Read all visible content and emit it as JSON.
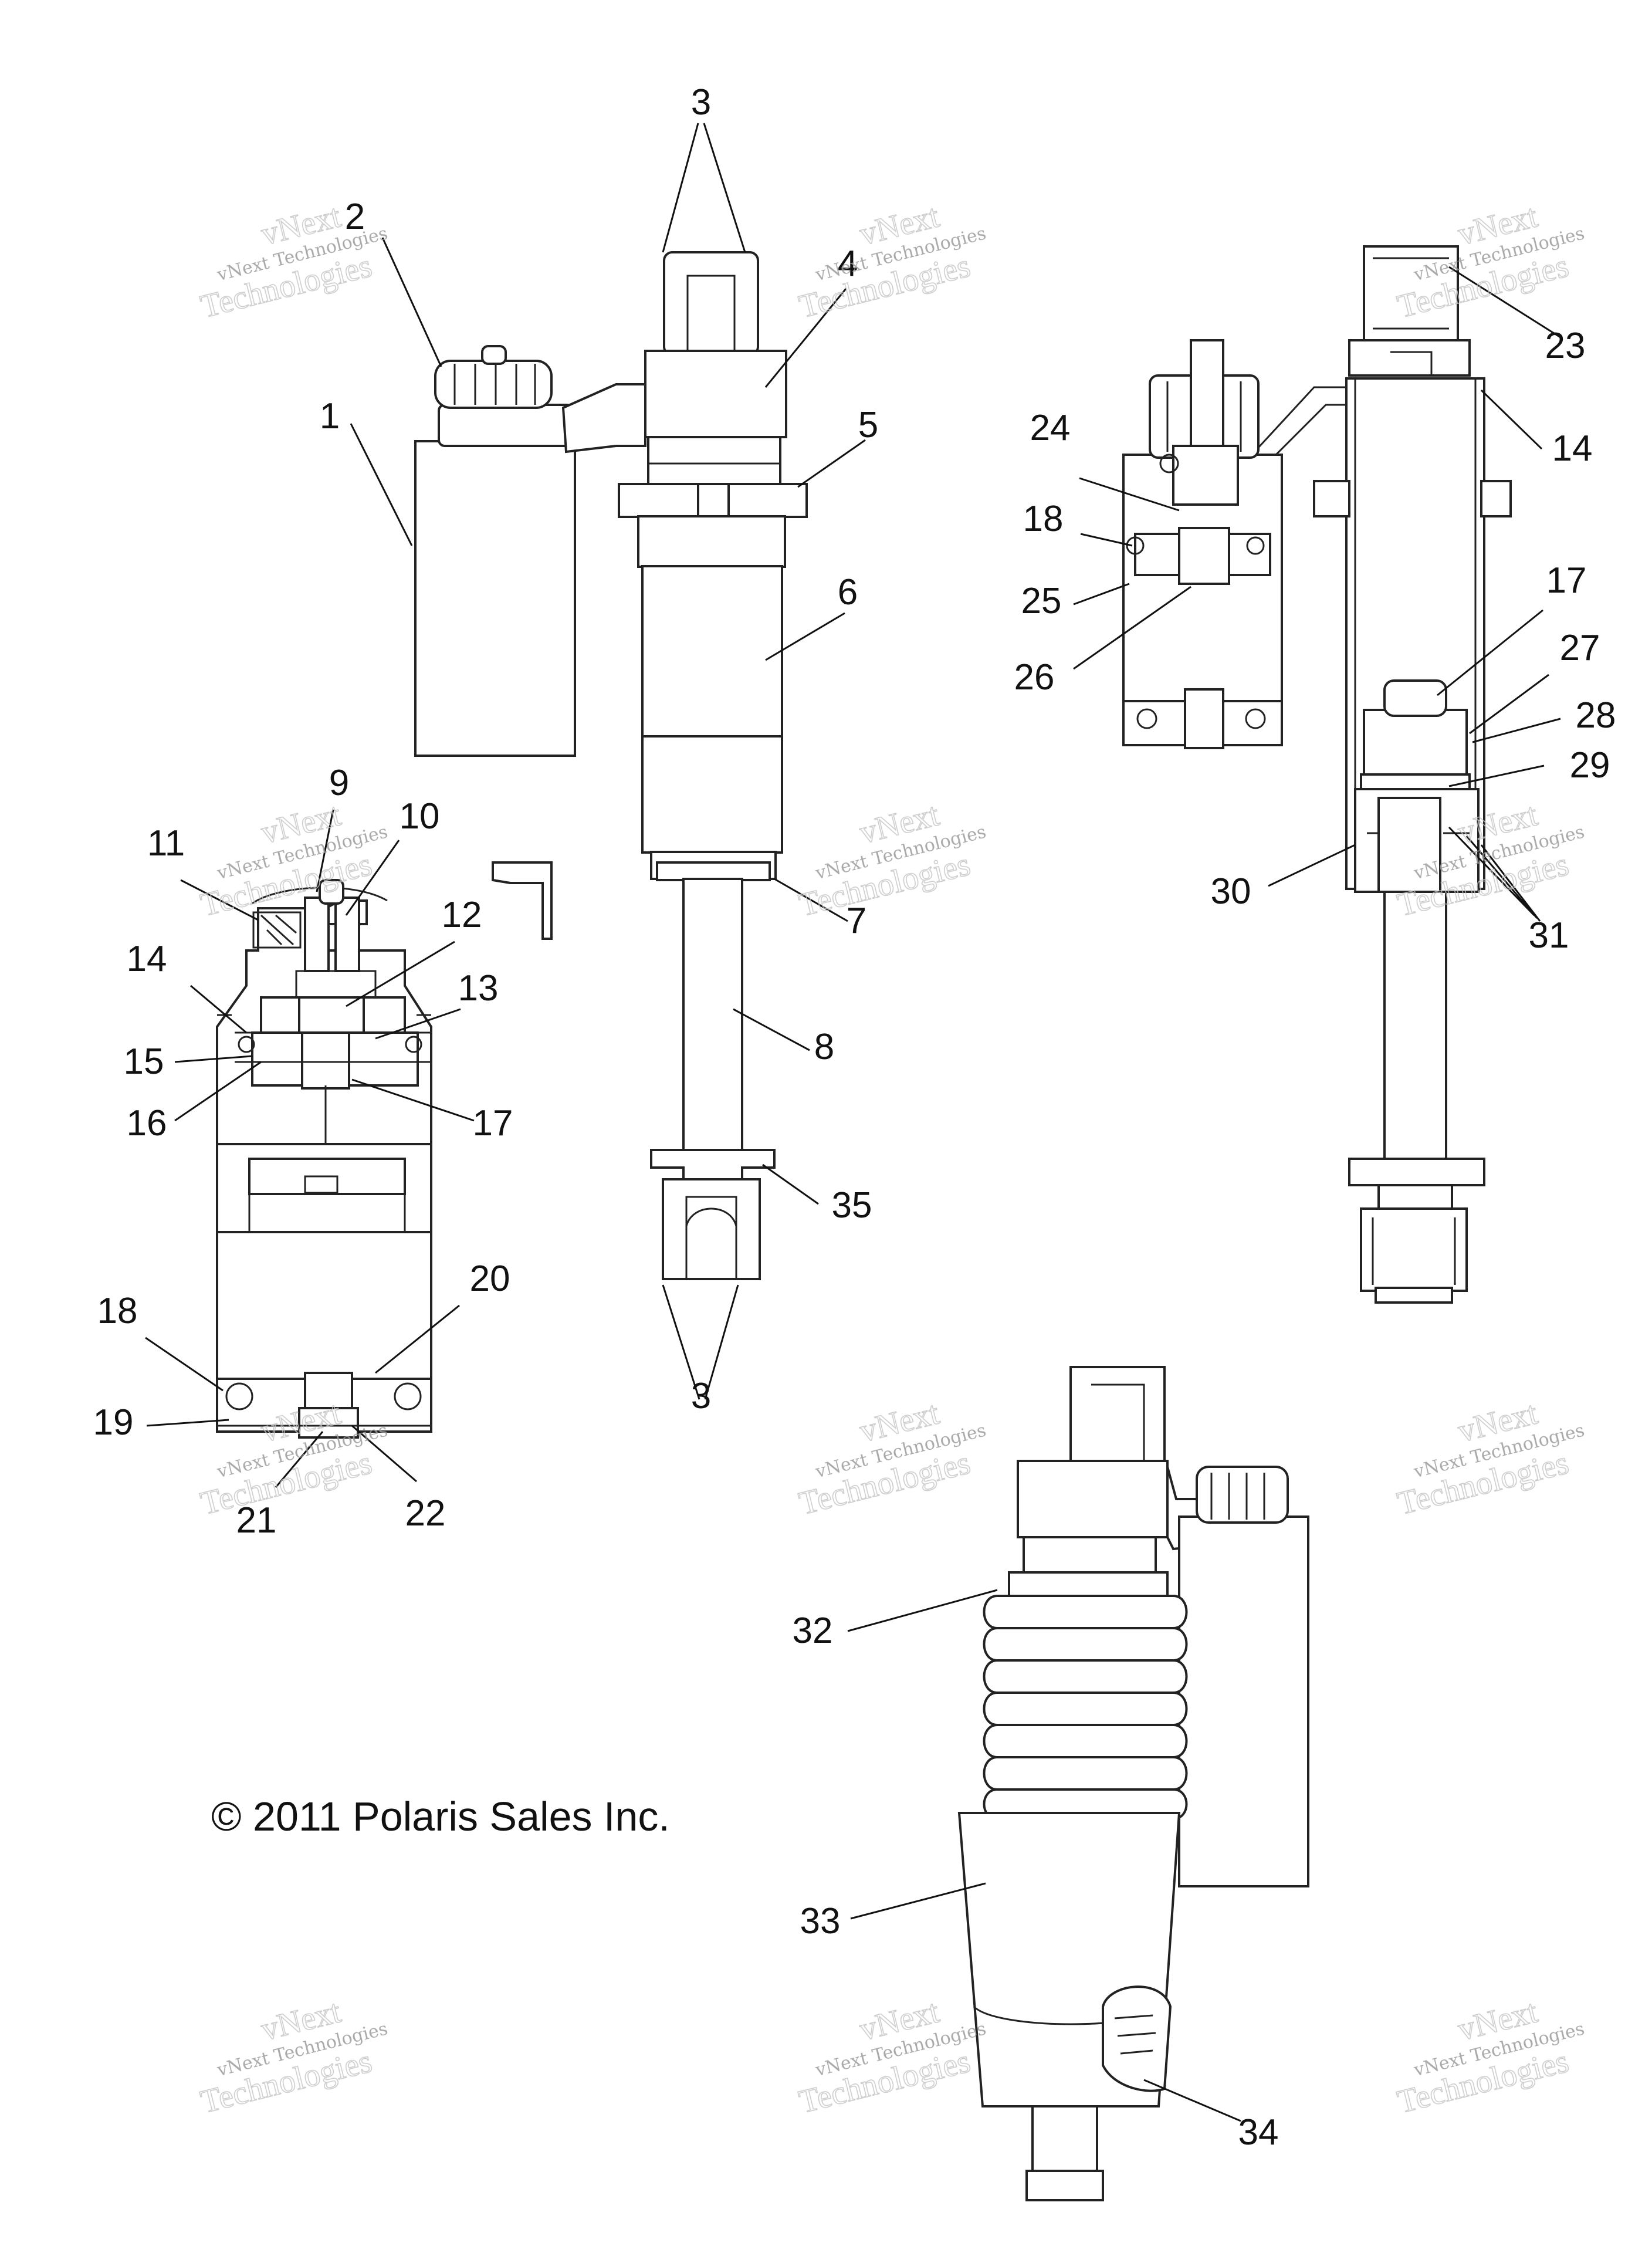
{
  "copyright": "© 2011 Polaris Sales Inc.",
  "watermark": {
    "brand": "vNext",
    "line": "vNext Technologies",
    "word": "Technologies"
  },
  "callouts": [
    "1",
    "2",
    "3",
    "3",
    "4",
    "5",
    "6",
    "7",
    "8",
    "9",
    "10",
    "11",
    "12",
    "13",
    "14",
    "14",
    "15",
    "16",
    "17",
    "17",
    "18",
    "18",
    "19",
    "20",
    "21",
    "22",
    "23",
    "24",
    "25",
    "26",
    "27",
    "28",
    "29",
    "30",
    "31",
    "32",
    "33",
    "34",
    "35"
  ]
}
